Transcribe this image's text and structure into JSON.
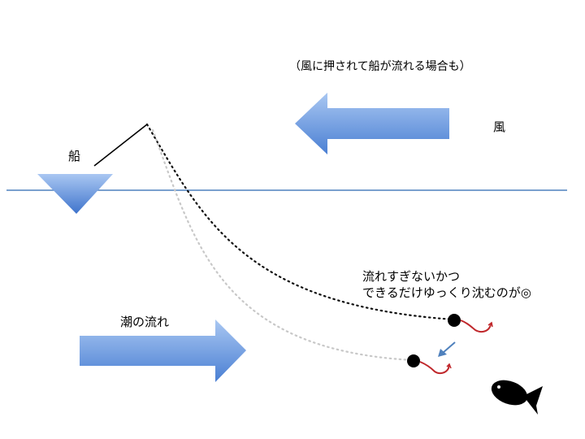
{
  "labels": {
    "wind_note": "（風に押されて船が流れる場合も）",
    "wind": "風",
    "boat": "船",
    "current": "潮の流れ",
    "flow_note_line1": "流れすぎないかつ",
    "flow_note_line2": "できるだけゆっくり沈むのが◎"
  },
  "colors": {
    "arrow_fill_light": "#9bbcec",
    "arrow_fill_dark": "#4a7fd3",
    "water_line": "#4f81bd",
    "line_dark": "#111111",
    "line_light": "#c8c8c8",
    "hook": "#c0282c",
    "fish": "#000000"
  },
  "icons": {
    "boat": "boat-icon",
    "fish": "fish-icon",
    "sinker": "sinker-icon",
    "hook": "hook-icon"
  }
}
